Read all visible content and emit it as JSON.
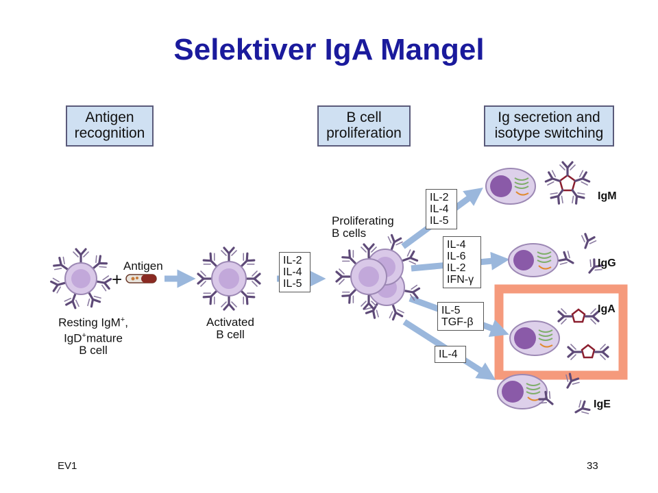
{
  "title": "Selektiver IgA Mangel",
  "stages": {
    "recognition": [
      "Antigen",
      "recognition"
    ],
    "proliferation": [
      "B cell",
      "proliferation"
    ],
    "secretion": [
      "Ig secretion and",
      "isotype switching"
    ]
  },
  "labels": {
    "antigen": "Antigen",
    "plus": "+",
    "resting": [
      "Resting IgM",
      "+",
      ",",
      "IgD",
      "+",
      "mature",
      "B cell"
    ],
    "activated": [
      "Activated",
      "B cell"
    ],
    "proliferating": [
      "Proliferating",
      "B cells"
    ]
  },
  "cytokines": {
    "activation": [
      "IL-2",
      "IL-4",
      "IL-5"
    ],
    "igm": [
      "IL-2",
      "IL-4",
      "IL-5"
    ],
    "igg": [
      "IL-4",
      "IL-6",
      "IL-2",
      "IFN-γ"
    ],
    "iga": [
      "IL-5",
      "TGF-β"
    ],
    "ige": [
      "IL-4"
    ]
  },
  "isotypes": {
    "igm": "IgM",
    "igg": "IgG",
    "iga": "IgA",
    "ige": "IgE"
  },
  "colors": {
    "title": "#1a1a9c",
    "highlight": "#f59a7c",
    "arrow": "#9ab7dc",
    "antibody": "#5e4a78",
    "cell": "#d9c8e8",
    "nucleus": "#8a5aa8",
    "pentamer": "#8b1e2e"
  },
  "footer": {
    "left": "EV1",
    "right": "33"
  }
}
